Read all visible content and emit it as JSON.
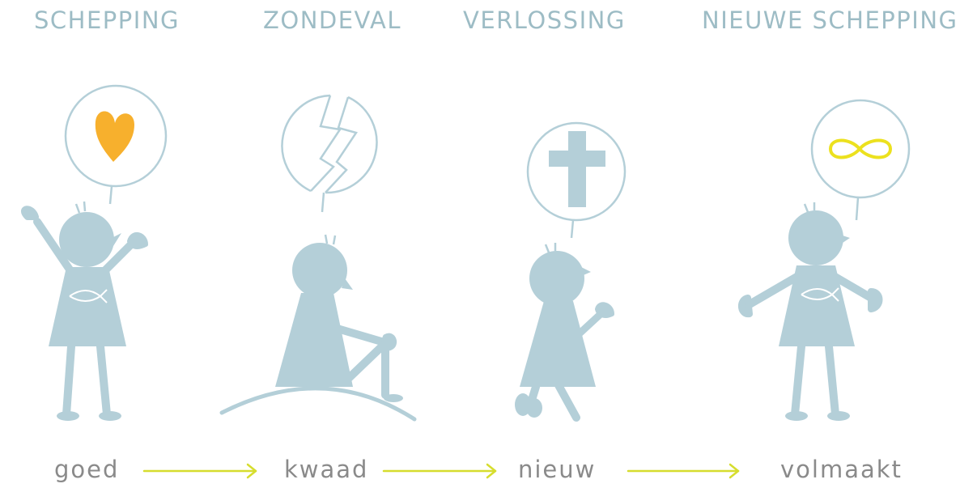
{
  "stages": [
    {
      "title": "SCHEPPING",
      "word": "goed",
      "bubble_icon": "heart-icon"
    },
    {
      "title": "ZONDEVAL",
      "word": "kwaad",
      "bubble_icon": "broken-circle-icon"
    },
    {
      "title": "VERLOSSING",
      "word": "nieuw",
      "bubble_icon": "cross-icon"
    },
    {
      "title": "NIEUWE SCHEPPING",
      "word": "volmaakt",
      "bubble_icon": "infinity-icon"
    }
  ],
  "colors": {
    "title": "#9dbcc5",
    "figure": "#b4cfd8",
    "word": "#8a8a8a",
    "arrow": "#d6dd2e",
    "heart": "#f7b02d",
    "infinity": "#ece11e"
  }
}
